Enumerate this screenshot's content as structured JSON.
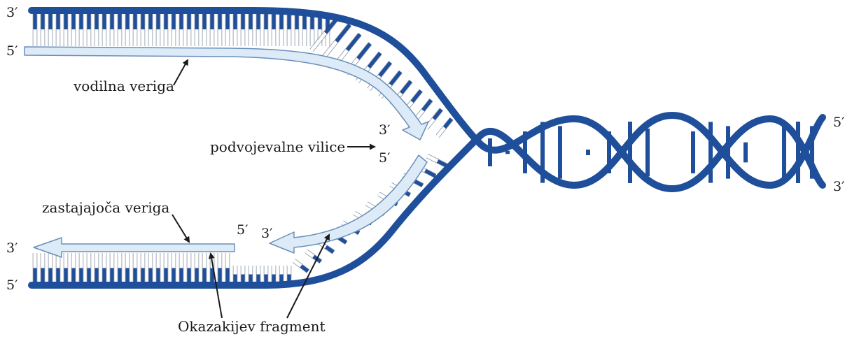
{
  "labels": {
    "leading": "vodilna veriga",
    "fork": "podvojevalne vilice",
    "lagging": "zastajajoča veriga",
    "okazaki": "Okazakijev fragment"
  },
  "ends": {
    "top_left_upper": "3′",
    "top_left_lower": "5′",
    "right_upper": "5′",
    "right_lower": "3′",
    "fork_upper": "3′",
    "fork_lower": "5′",
    "lag_new_5": "5′",
    "lag_new_3": "3′",
    "bottom_left_upper": "3′",
    "bottom_left_lower": "5′"
  },
  "colors": {
    "backbone": "#1f4f9a",
    "backbone_dark": "#173b78",
    "new_strand": "#dcebf7",
    "new_strand_edge": "#6a8fb8",
    "base_white": "#ffffff",
    "arrow": "#1a1a1a"
  }
}
